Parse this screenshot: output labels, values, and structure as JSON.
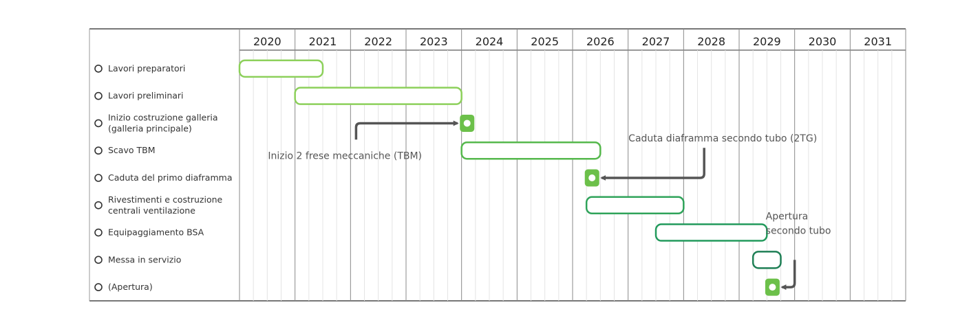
{
  "chart_data": {
    "type": "gantt",
    "years": [
      "2020",
      "2021",
      "2022",
      "2023",
      "2024",
      "2025",
      "2026",
      "2027",
      "2028",
      "2029",
      "2030",
      "2031"
    ],
    "x_range": [
      2020,
      2032
    ],
    "grid": true,
    "tasks": [
      {
        "label": [
          "Lavori preparatori"
        ],
        "kind": "bar",
        "start": 2020.0,
        "end": 2021.5,
        "color": "#8cd05a"
      },
      {
        "label": [
          "Lavori preliminari"
        ],
        "kind": "bar",
        "start": 2021.0,
        "end": 2024.0,
        "color": "#8cd05a"
      },
      {
        "label": [
          "Inizio costruzione galleria",
          "(galleria principale)"
        ],
        "kind": "milestone",
        "at": 2024.1,
        "color": "#6cc04a"
      },
      {
        "label": [
          "Scavo TBM"
        ],
        "kind": "bar",
        "start": 2024.0,
        "end": 2026.5,
        "color": "#55b84c"
      },
      {
        "label": [
          "Caduta del primo diaframma"
        ],
        "kind": "milestone",
        "at": 2026.35,
        "color": "#6cc04a"
      },
      {
        "label": [
          "Rivestimenti e costruzione",
          "centrali ventilazione"
        ],
        "kind": "bar",
        "start": 2026.25,
        "end": 2028.0,
        "color": "#2fa35a"
      },
      {
        "label": [
          "Equipaggiamento BSA"
        ],
        "kind": "bar",
        "start": 2027.5,
        "end": 2029.5,
        "color": "#229a5c"
      },
      {
        "label": [
          "Messa in servizio"
        ],
        "kind": "bar",
        "start": 2029.25,
        "end": 2029.75,
        "color": "#1e7f55"
      },
      {
        "label": [
          "(Apertura)"
        ],
        "kind": "milestone",
        "at": 2029.6,
        "color": "#6cc04a"
      }
    ],
    "annotations": [
      {
        "text": [
          "Inizio 2 frese meccaniche (TBM)"
        ],
        "target_task": 2,
        "from_year": 2022.1,
        "from_task": 3.1
      },
      {
        "text": [
          "Caduta diaframma secondo tubo (2TG)"
        ],
        "target_task": 4,
        "from_year": 2028.37,
        "from_task": 3.4
      },
      {
        "text": [
          "Apertura",
          "secondo tubo"
        ],
        "target_task": 8,
        "from_year": 2030.0,
        "from_task": 7.5
      }
    ]
  }
}
